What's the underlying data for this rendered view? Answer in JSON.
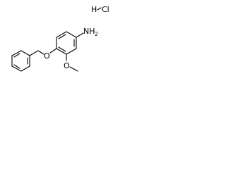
{
  "molecule": {
    "amine_group": {
      "main": "NH",
      "sub": "2"
    },
    "hydrochloride": {
      "h": "H",
      "cl": "Cl"
    },
    "ether_oxygen": "O",
    "methoxy_oxygen": "O"
  },
  "colors": {
    "bond": "#000000",
    "background": "#ffffff"
  }
}
